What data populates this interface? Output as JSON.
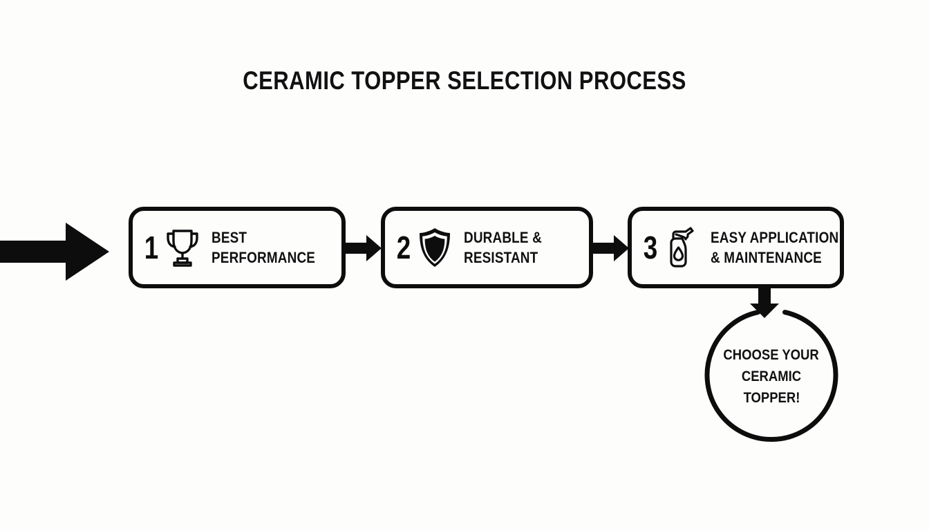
{
  "page": {
    "title": "CERAMIC TOPPER SELECTION PROCESS",
    "background_color": "#fdfdfc",
    "ink_color": "#0d0d0d"
  },
  "flow": {
    "entry_arrow": "entry-arrow-right",
    "steps": [
      {
        "number": "1",
        "icon": "trophy-icon",
        "line1": "BEST",
        "line2": "PERFORMANCE"
      },
      {
        "number": "2",
        "icon": "shield-icon",
        "line1": "DURABLE &",
        "line2": "RESISTANT"
      },
      {
        "number": "3",
        "icon": "spray-bottle-icon",
        "line1": "EASY APPLICATION",
        "line2": "& MAINTENANCE"
      }
    ],
    "connectors": [
      {
        "name": "arrow-step1-to-step2",
        "direction": "right"
      },
      {
        "name": "arrow-step2-to-step3",
        "direction": "right"
      },
      {
        "name": "arrow-step3-to-result",
        "direction": "down"
      }
    ],
    "result": {
      "shape": "circle",
      "line1": "CHOOSE YOUR",
      "line2": "CERAMIC",
      "line3": "TOPPER!"
    }
  }
}
